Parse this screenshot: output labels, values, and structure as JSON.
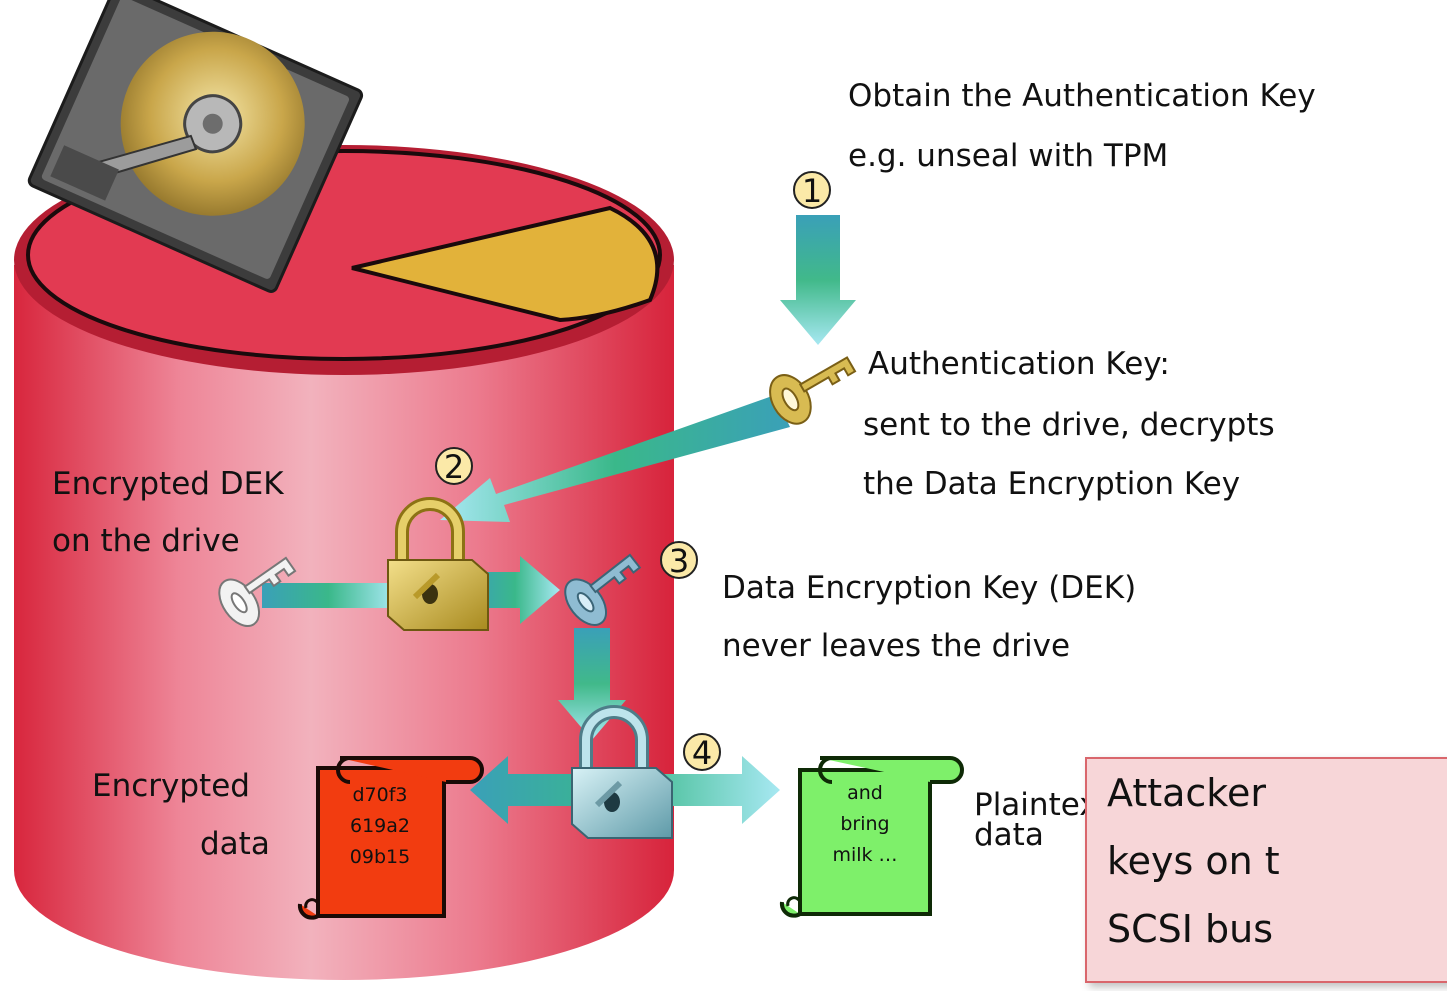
{
  "labels": {
    "step1_line1": "Obtain the Authentication Key",
    "step1_line2": "e.g. unseal with TPM",
    "auth_key_line1": "Authentication Key:",
    "auth_key_line2": "sent to the drive, decrypts",
    "auth_key_line3": "the Data Encryption Key",
    "encrypted_dek_line1": "Encrypted DEK",
    "encrypted_dek_line2": "on the drive",
    "dek_line1": "Data Encryption Key (DEK)",
    "dek_line2": "never leaves the drive",
    "encrypted_data_line1": "Encrypted",
    "encrypted_data_line2": "data",
    "plaintext_line1": "Plaintext",
    "plaintext_line2": "data"
  },
  "steps": [
    "1",
    "2",
    "3",
    "4"
  ],
  "encrypted_scroll": [
    "d70f3",
    "619a2",
    "09b15"
  ],
  "plaintext_scroll": [
    "and",
    "bring",
    "milk …"
  ],
  "attacker_box": [
    "Attacker",
    "keys on t",
    "SCSI bus"
  ],
  "colors": {
    "drive_red": "#e23a52",
    "pie_gold": "#e2b23a",
    "encrypted_scroll": "#f23c10",
    "plaintext_scroll": "#7ef06a",
    "auth_key": "#d8bb52",
    "dek_key": "#8fbcd2",
    "lock_gold": "#d8bf4f",
    "lock_blue": "#9fd1de",
    "attacker_box_fill": "#f7d6d8"
  }
}
